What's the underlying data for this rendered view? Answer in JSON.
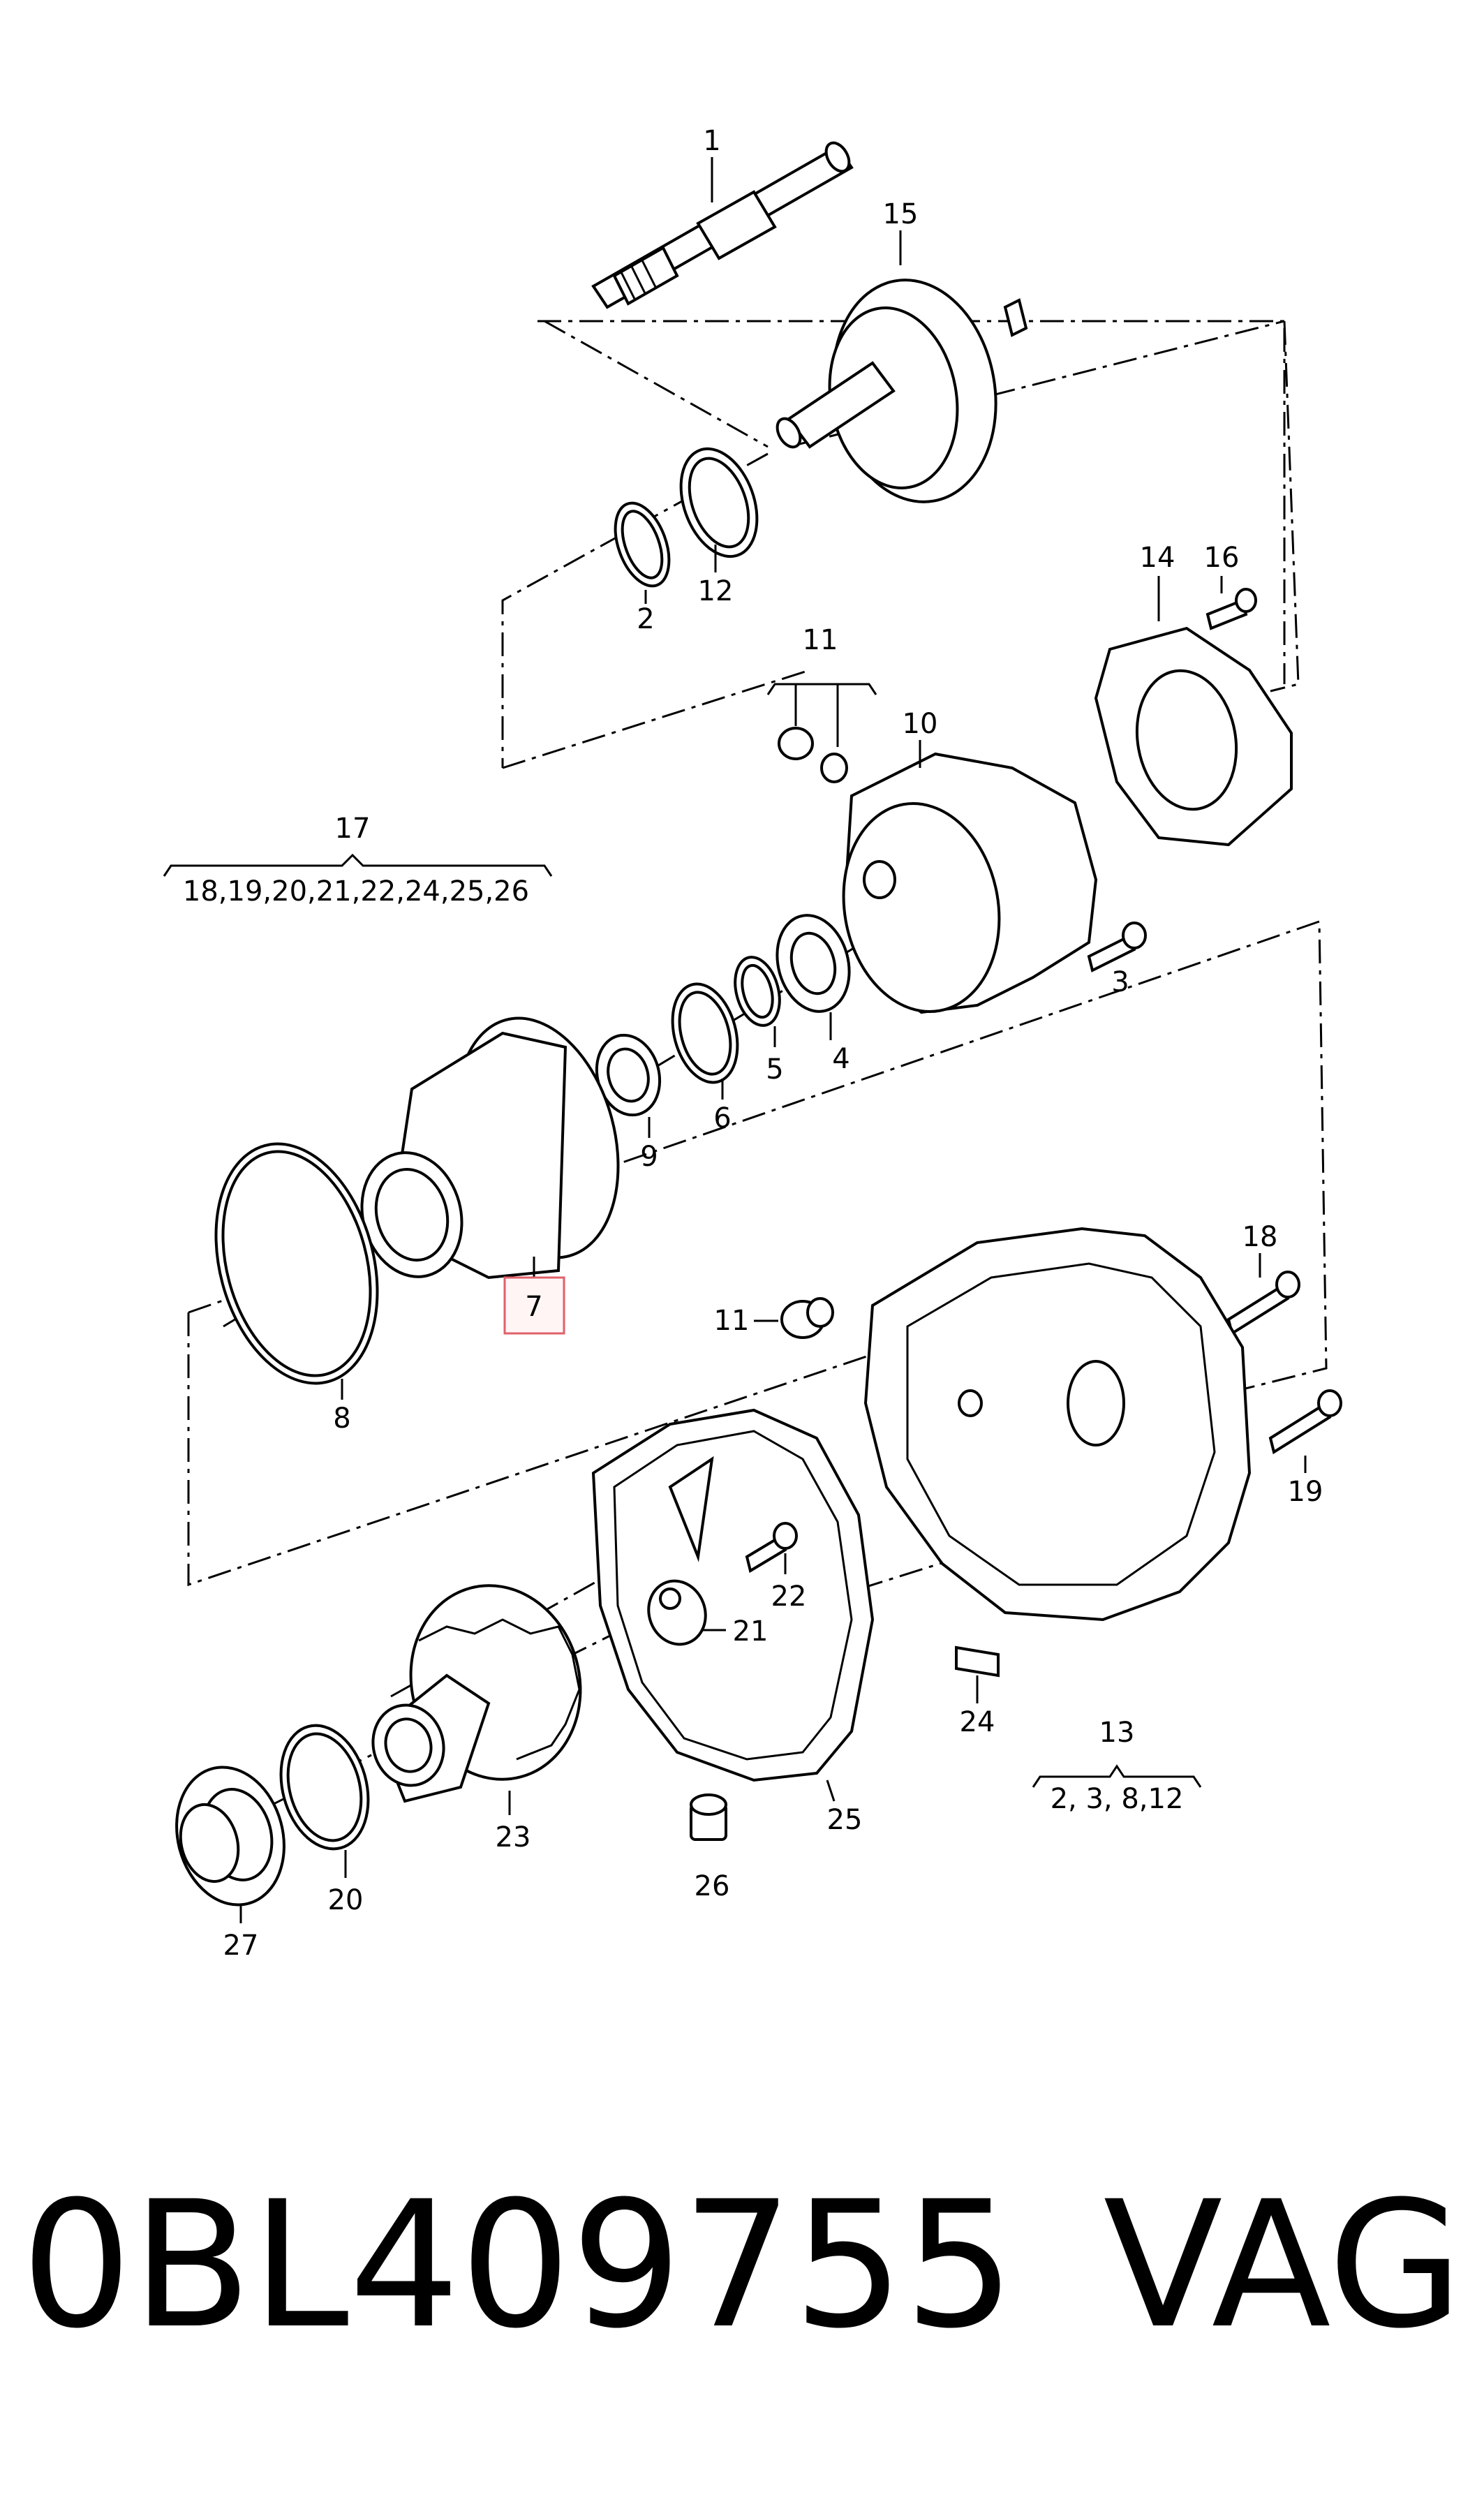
{
  "parts": {
    "p1": "1",
    "p2": "2",
    "p3": "3",
    "p4": "4",
    "p5": "5",
    "p6": "6",
    "p7": "7",
    "p8": "8",
    "p9": "9",
    "p10": "10",
    "p11a": "11",
    "p11b": "11",
    "p12": "12",
    "p13": "13",
    "p14": "14",
    "p15": "15",
    "p16": "16",
    "p17": "17",
    "p18": "18",
    "p19": "19",
    "p20": "20",
    "p21": "21",
    "p22": "22",
    "p23": "23",
    "p24": "24",
    "p25": "25",
    "p26": "26",
    "p27": "27"
  },
  "groups": {
    "g17": "18,19,20,21,22,24,25,26",
    "g13": "2, 3, 8,12"
  },
  "highlight_color": "#e0606a",
  "footer": {
    "part_number": "0BL409755",
    "brand": "VAG"
  }
}
